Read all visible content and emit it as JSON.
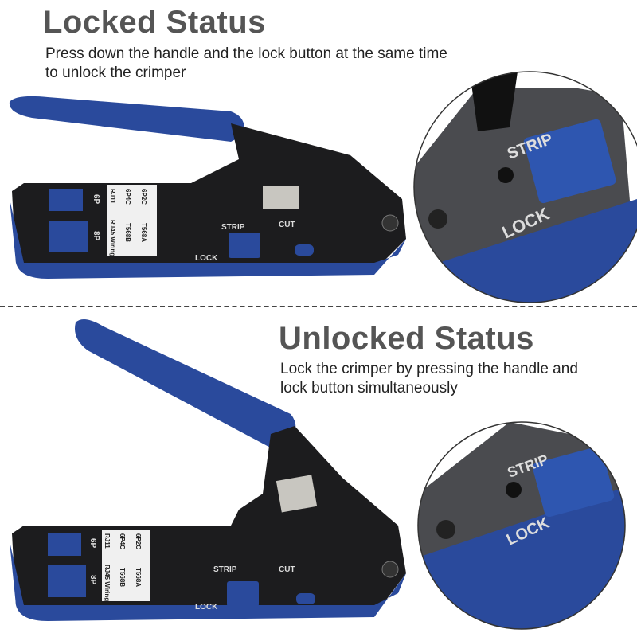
{
  "locked": {
    "title": "Locked Status",
    "desc_line1": "Press down the handle and the lock button at the same time",
    "desc_line2": "to unlock the crimper"
  },
  "unlocked": {
    "title": "Unlocked Status",
    "desc_line1": "Lock the crimper by pressing the handle and",
    "desc_line2": "lock button simultaneously"
  },
  "tool_labels": {
    "strip": "STRIP",
    "lock": "LOCK",
    "cut": "CUT",
    "port_6p": "6P",
    "port_8p": "8P",
    "rj11": "RJ11",
    "rj45": "RJ45 Wiring",
    "t568b": "T568B",
    "t568a": "T568A",
    "p6p4c": "6P4C",
    "p6p2c": "6P2C"
  },
  "colors": {
    "handle_blue": "#2a4a9c",
    "body_black": "#1c1c1e",
    "title_gray": "#555555",
    "zoom_gray": "#4a4b4f"
  }
}
